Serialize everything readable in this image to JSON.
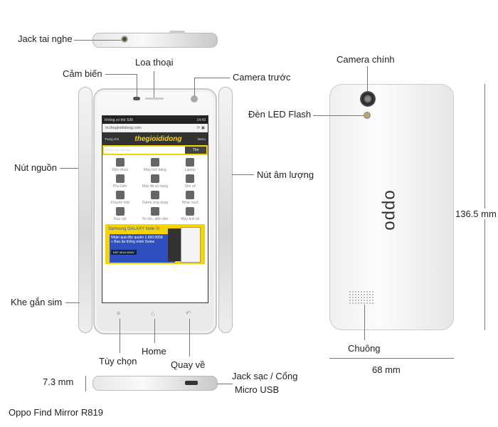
{
  "title": "Oppo Find Mirror R819",
  "labels": {
    "headphone_jack": "Jack tai nghe",
    "sensor": "Cảm biến",
    "earpiece": "Loa thoại",
    "front_camera": "Camera trước",
    "power_button": "Nút nguồn",
    "volume_button": "Nút âm lượng",
    "sim_slot": "Khe gắn sim",
    "options": "Tùy chọn",
    "home": "Home",
    "back": "Quay về",
    "charging_port_1": "Jack sạc / Cổng",
    "charging_port_2": "Micro USB",
    "main_camera": "Camera chính",
    "led_flash": "Đèn LED Flash",
    "speaker": "Chuông",
    "brand_logo": "oppo"
  },
  "dimensions": {
    "thickness": "7.3 mm",
    "height": "136.5 mm",
    "width": "68 mm"
  },
  "screen": {
    "status_left": "Không có thẻ SIM",
    "status_time": "14:43",
    "url": "m.thegioididong.com",
    "home_label": "Trang chủ",
    "site_logo": "thegioididong",
    "menu_label": "Menu",
    "search_placeholder": "Bạn tìm gì hôm nay?",
    "search_button": "Tìm",
    "grid": [
      "Điện thoại",
      "Máy tính bảng",
      "Laptop",
      "Phụ kiện",
      "Máy đã sử dụng",
      "Sim số",
      "Khuyến mãi",
      "Game ứng dụng",
      "Nhạc mp3",
      "Rao vặt",
      "Tin tức, diễn đàn",
      "Máy ảnh số"
    ],
    "ad_title": "Samsung GALAXY Note III",
    "ad_line1": "Nhận quà độc quyền 1.650.000đ",
    "ad_line2": "+ Bao da thông minh Sview",
    "ad_button": "ĐẶT MUA NGAY"
  }
}
